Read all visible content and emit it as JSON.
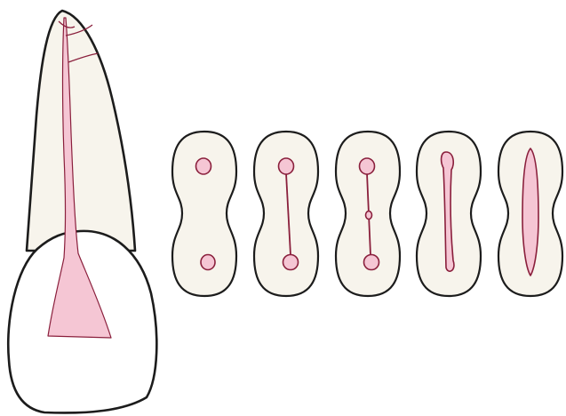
{
  "colors": {
    "background": "#ffffff",
    "outline": "#1c1c1c",
    "dentin": "#f7f4ec",
    "crown_enamel": "#ffffff",
    "pulp_fill": "#f5c6d4",
    "pulp_stroke": "#8a1f3c"
  },
  "diagram": {
    "subject": "tooth-root-canal-configurations",
    "cross_sections": [
      {
        "variant": "two-separate-canals"
      },
      {
        "variant": "two-canals-joined-by-isthmus"
      },
      {
        "variant": "two-canals-isthmus-with-accessory-lumen"
      },
      {
        "variant": "ribbon-canal-bulbous-ends"
      },
      {
        "variant": "single-ribbon-canal"
      }
    ]
  }
}
